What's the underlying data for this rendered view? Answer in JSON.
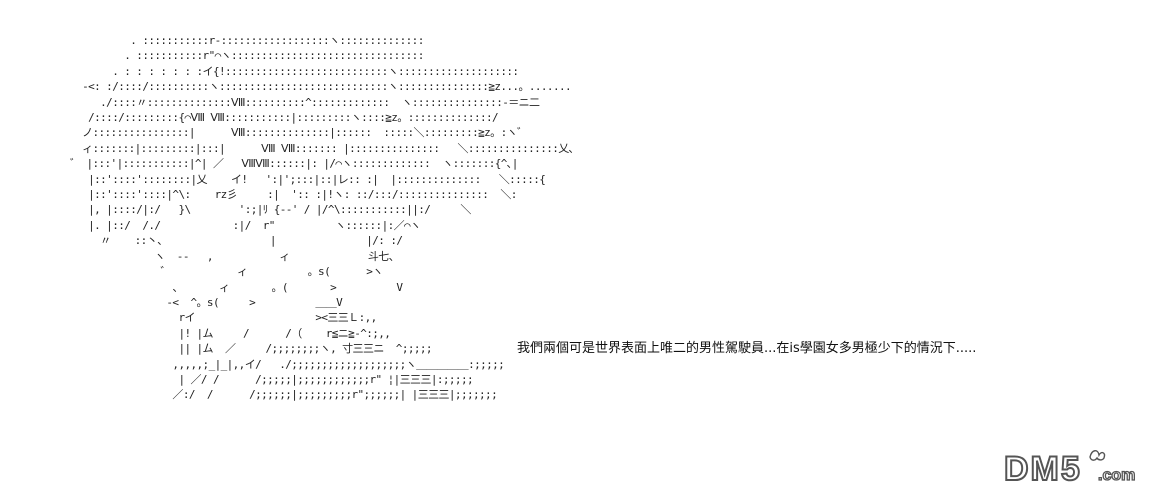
{
  "art": {
    "lines": [
      "            . :::::::::::r‐::::::::::::::::::ヽ::::::::::::::",
      "           . :::::::::::r\"⌒ヽ::::::::::::::::::::::::::::::::",
      "         . : : : : : : :イ{!:::::::::::::::::::::::::::ヽ::::::::::::::::::::",
      "    -<: :/::::/::::::::::ヽ::::::::::::::::::::::::::::ヽ:::::::::::::::≧z...。.......",
      "       ./::::〃::::::::::::::Ⅷ::::::::::^:::::::::::::  ヽ:::::::::::::::‐＝ニ二",
      "     /::::/:::::::::{⌒Ⅷ Ⅷ:::::::::::|:::::::::ヽ::::≧z。::::::::::::::/",
      "    ノ::::::::::::::::|      Ⅷ::::::::::::::|::::::  :::::＼:::::::::≧z。:ヽ゛",
      "    ィ:::::::|:::::::::|:::|      Ⅷ Ⅷ::::::: |:::::::::::::::   ＼:::::::::::::::乂､",
      "  ゛ |:::'|:::::::::::|^| ／   ⅧⅧ::::::|: |/⌒ヽ:::::::::::::  ヽ:::::::{^､|",
      "     |::'::::'::::::::|乂    イ!   ':|';:::|::|レ:: :|  |::::::::::::::   ＼:::::{",
      "     |::'::::'::::|^\\:    rz彡     :|  ':: :|!ヽ: ::/:::/:::::::::::::::  ＼:",
      "     |, |::::/|:/   }\\        ':;|ﾘ {-‐' / |/^\\:::::::::::||:/     ＼",
      "     |. |::/  /./            :|/  r\"          ヽ::::::|:／⌒ヽ",
      "       〃    ::丶、                 |               |/: :/",
      "                ヽ  ‐‐   ,           ィ             斗七、",
      "                 ゛           ィ          。s(      >ヽ",
      "                   、      ィ       。(       >          V",
      "                  ‐<  ^。s(     >          ＿＿V",
      "                    rイ                    ><三三Ｌ:,,",
      "                    |! |ム     /      /（    r≦ニ≧‐^:;,,",
      "                    || |ム  ／     /;;;;;;;;ヽ, 寸三三ニ  ^;;;;;",
      "                   ,,,,,;_|_|,,イ/   ./;;;;;;;;;;;;;;;;;;;ヽ＿＿＿＿＿:;;;;;",
      "                    | ／/ /      /;;;;;|;;;;;;;;;;;;r\" ¦|三三三|:;;;;;",
      "                   ／:/  /      /;;;;;;|;;;;;;;;;r\";;;;;;| |三三三|;;;;;;;"
    ]
  },
  "caption": {
    "text": "我們兩個可是世界表面上唯二的男性駕駛員...在is學園女多男極少下的情況下....."
  },
  "logo": {
    "text": "DM5",
    "suffix": ".com",
    "fill_color": "#ffffff",
    "stroke_color": "#555555"
  }
}
